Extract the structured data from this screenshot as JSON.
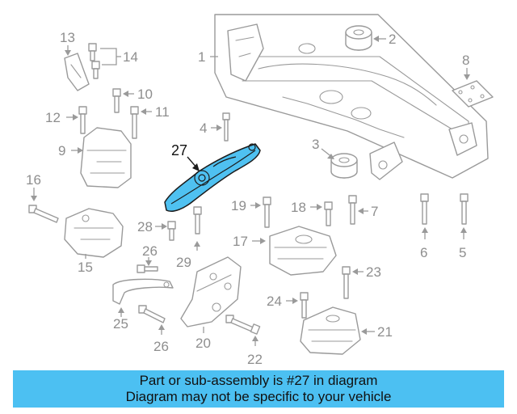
{
  "diagram": {
    "callouts": {
      "c1": "1",
      "c2": "2",
      "c3": "3",
      "c4": "4",
      "c5": "5",
      "c6": "6",
      "c7": "7",
      "c8": "8",
      "c9": "9",
      "c10": "10",
      "c11": "11",
      "c12": "12",
      "c13": "13",
      "c14": "14",
      "c15": "15",
      "c16": "16",
      "c17": "17",
      "c18": "18",
      "c19": "19",
      "c20": "20",
      "c21": "21",
      "c22": "22",
      "c23": "23",
      "c24": "24",
      "c25": "25",
      "c26": "26",
      "c27": "27",
      "c28": "28",
      "c29": "29"
    },
    "highlight_color": "#4fc1f1"
  },
  "banner": {
    "line1": "Part or sub-assembly is #27 in diagram",
    "line2": "Diagram may not be specific to your vehicle",
    "background": "#4cc0f2"
  }
}
